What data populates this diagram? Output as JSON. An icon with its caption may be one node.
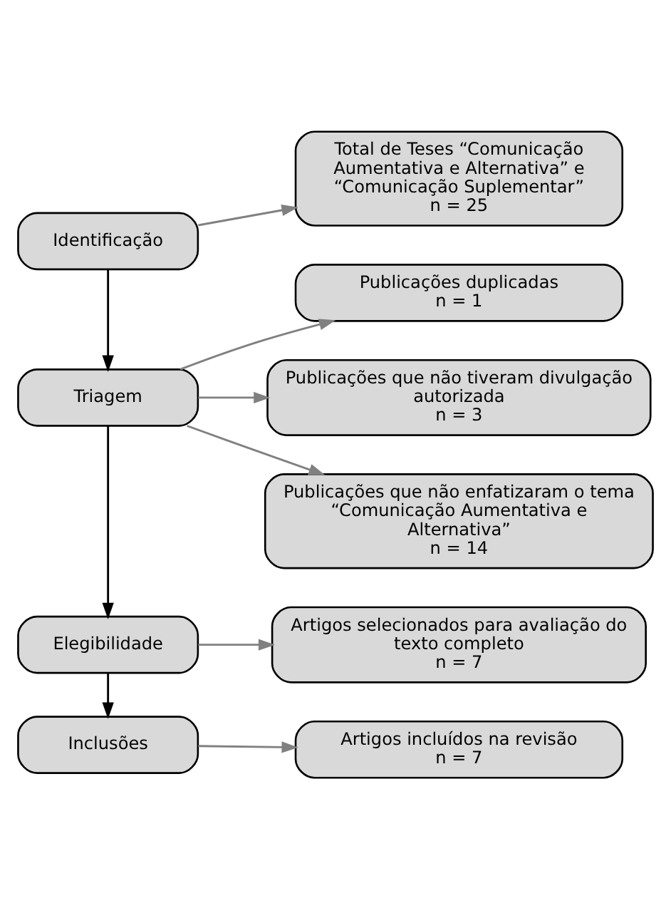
{
  "diagram": {
    "nodes": [
      {
        "text": [
          "Identificação"
        ]
      },
      {
        "text": [
          "Total de Teses “Comunicação Aumentativa e Alternativa” e “Comunicação Suplementar”",
          "n = 25"
        ]
      },
      {
        "text": [
          "Triagem"
        ]
      },
      {
        "text": [
          "Publicações duplicadas",
          "n = 1"
        ]
      },
      {
        "text": [
          "Publicações que não tiveram divulgação autorizada",
          "n = 3"
        ]
      },
      {
        "text": [
          "Publicações que não enfatizaram o tema “Comunicação Aumentativa e Alternativa”",
          "n = 14"
        ]
      },
      {
        "text": [
          "Elegibilidade"
        ]
      },
      {
        "text": [
          "Artigos selecionados para avaliação do texto completo",
          "n = 7"
        ]
      },
      {
        "text": [
          "Inclusões"
        ]
      },
      {
        "text": [
          "Artigos incluídos na revisão",
          "n = 7"
        ]
      }
    ],
    "edges": [
      {
        "from": 0,
        "to": 1,
        "arrow": "to"
      },
      {
        "from": 0,
        "to": 2,
        "arrow": "to",
        "color": "#000000"
      },
      {
        "from": 2,
        "to": 3,
        "arrow": "to"
      },
      {
        "from": 2,
        "to": 4,
        "arrow": "to"
      },
      {
        "from": 2,
        "to": 5,
        "arrow": "to"
      },
      {
        "from": 2,
        "to": 6,
        "arrow": "to",
        "color": "#000000"
      },
      {
        "from": 6,
        "to": 7,
        "arrow": "to"
      },
      {
        "from": 6,
        "to": 8,
        "arrow": "to",
        "color": "#000000"
      },
      {
        "from": 8,
        "to": 9,
        "arrow": "to"
      }
    ]
  }
}
